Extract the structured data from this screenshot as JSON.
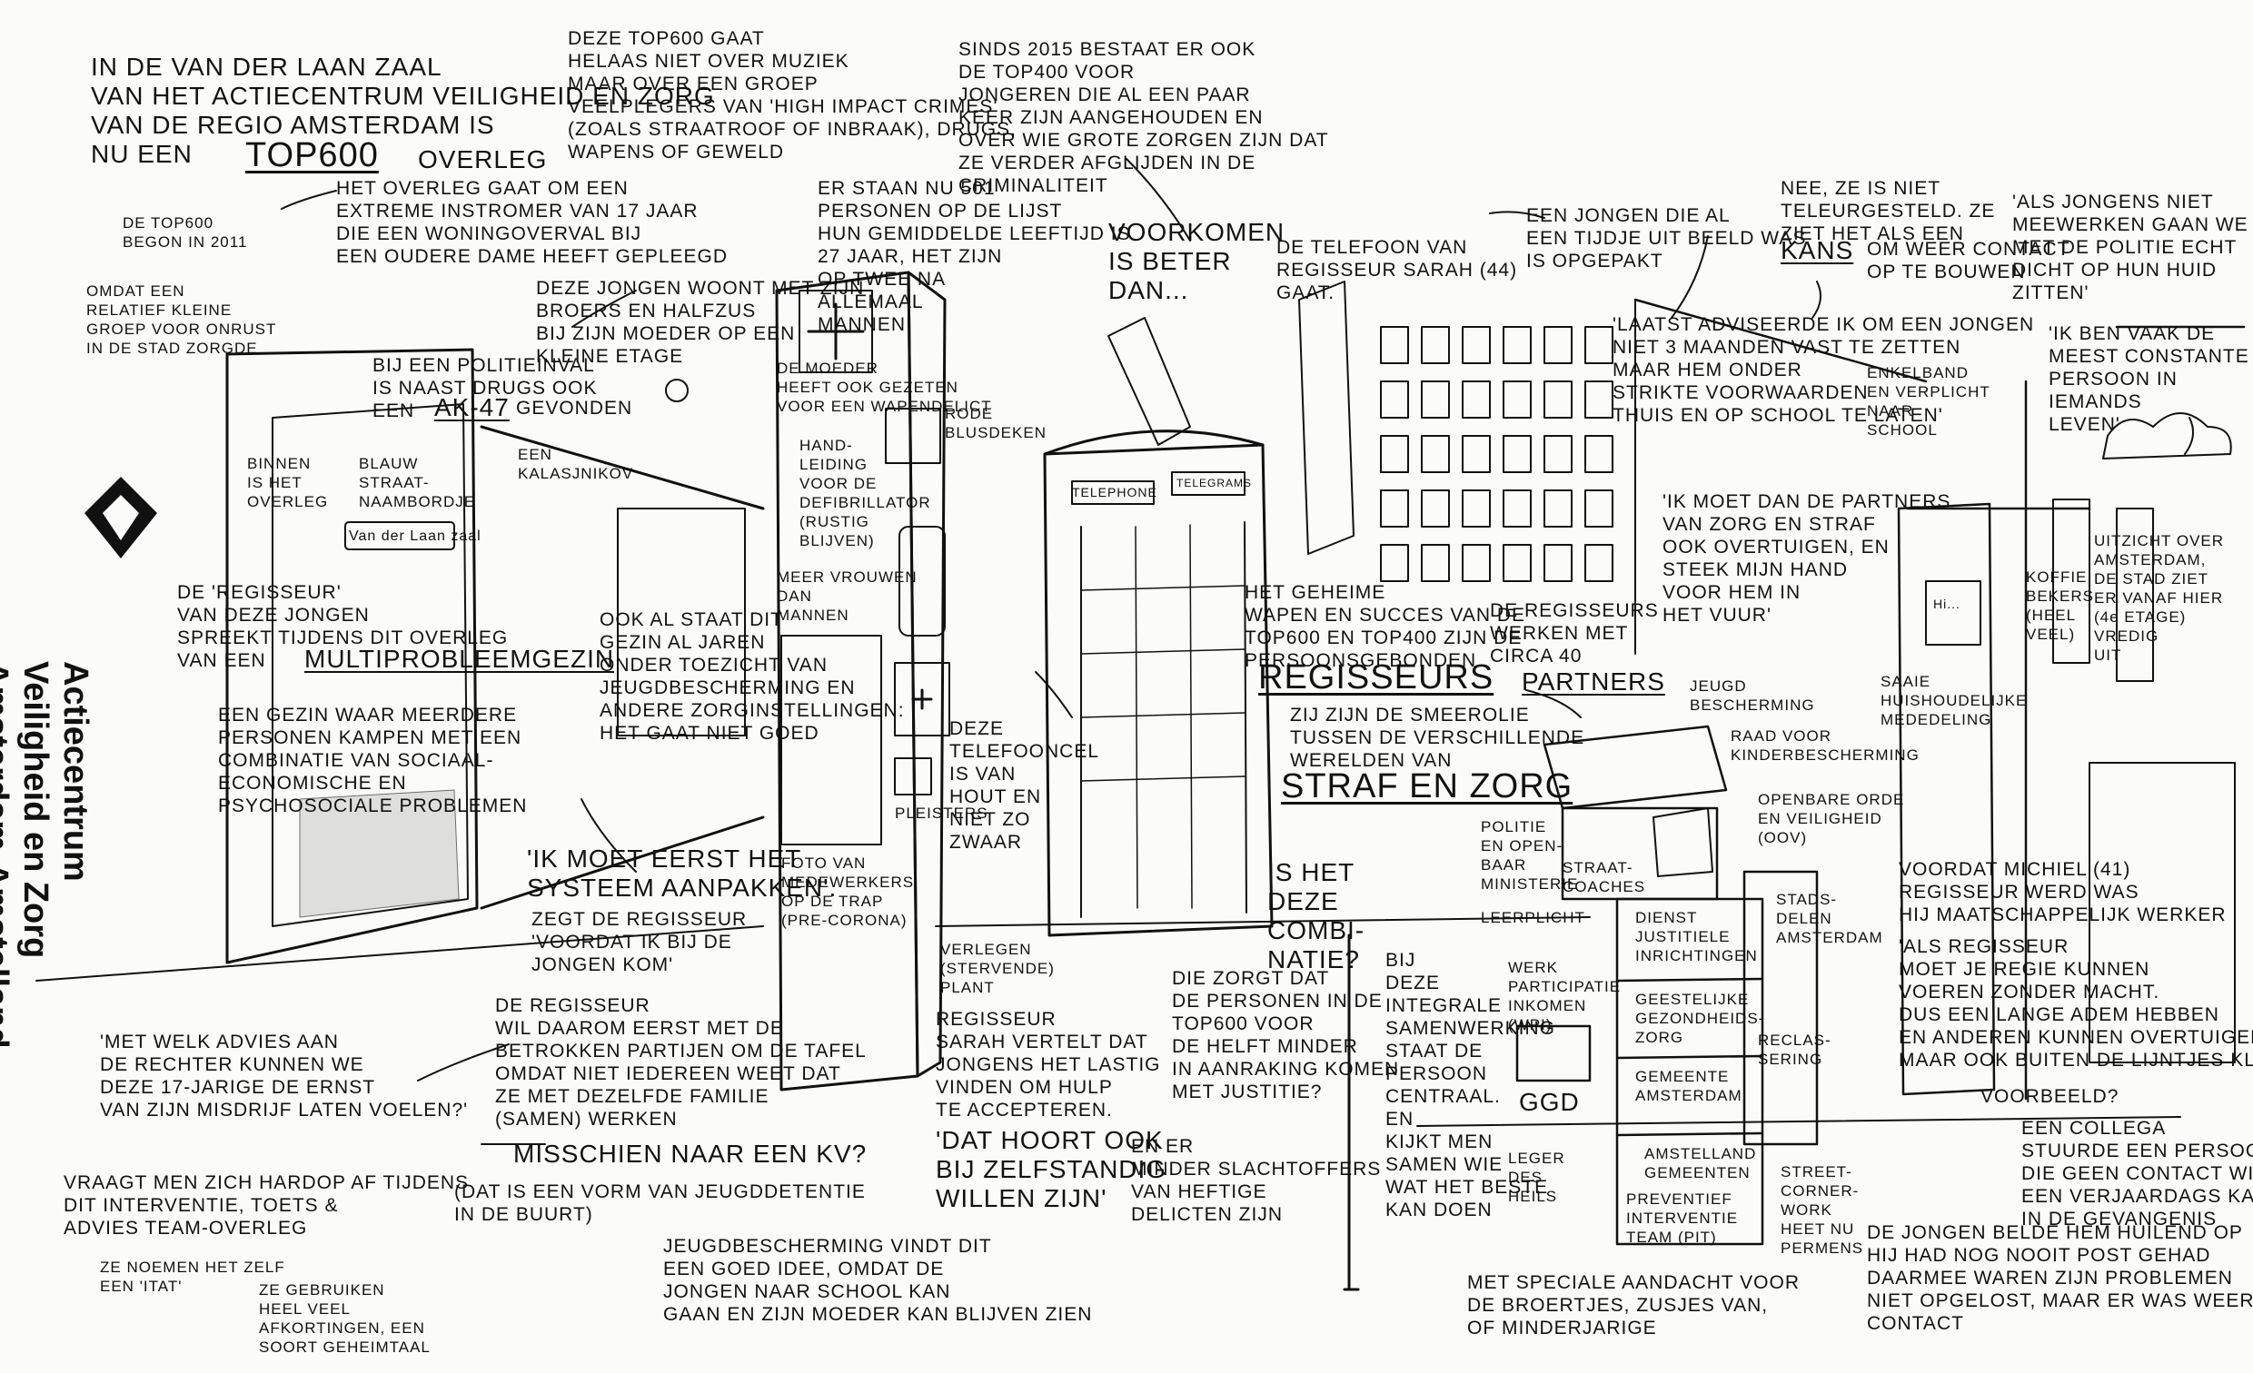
{
  "colors": {
    "ink": "#111111",
    "paper": "#fbfbf9"
  },
  "logo": {
    "text": "Actiecentrum\nVeiligheid en Zorg\nAmsterdam-Amstelland",
    "icon": "actiecentrum-logo-icon"
  },
  "signs": {
    "room_sign": "Van der Laan zaal",
    "telephone": "TELEPHONE",
    "telegrams": "TELEGRAMS",
    "poster": "Hi..."
  },
  "notes": {
    "n01": "IN DE VAN DER LAAN ZAAL\nVAN HET ACTIECENTRUM VEILIGHEID EN ZORG\nVAN DE REGIO AMSTERDAM IS\nNU EEN",
    "n01b": "TOP600",
    "n01c": "OVERLEG",
    "n02": "DE TOP600\nBEGON IN 2011",
    "n03": "OMDAT EEN\nRELATIEF KLEINE\nGROEP VOOR ONRUST\nIN DE STAD ZORGDE",
    "n04": "HET OVERLEG GAAT OM EEN\nEXTREME INSTROMER VAN 17 JAAR\nDIE EEN WONINGOVERVAL BIJ\nEEN OUDERE DAME HEEFT GEPLEEGD",
    "n05": "DEZE JONGEN WOONT MET ZIJN\nBROERS EN HALFZUS\nBIJ ZIJN MOEDER OP EEN\nKLEINE ETAGE",
    "n06": "BIJ EEN POLITIEINVAL\nIS NAAST DRUGS OOK\nEEN",
    "n06b": "AK-47",
    "n06c": "GEVONDEN",
    "n07": "EEN\nKALASJNIKOV",
    "n08": "BINNEN\nIS HET\nOVERLEG",
    "n09": "BLAUW\nSTRAAT-\nNAAMBORDJE",
    "n10": "DE 'REGISSEUR'\nVAN DEZE JONGEN\nSPREEKT TIJDENS DIT OVERLEG\nVAN EEN",
    "n10b": "MULTIPROBLEEMGEZIN",
    "n11": "EEN GEZIN WAAR MEERDERE\nPERSONEN KAMPEN MET EEN\nCOMBINATIE VAN SOCIAAL-\nECONOMISCHE EN\nPSYCHOSOCIALE PROBLEMEN",
    "n12": "OOK AL STAAT DIT\nGEZIN AL JAREN\nONDER TOEZICHT VAN\nJEUGDBESCHERMING EN\nANDERE ZORGINSTELLINGEN:\nHET GAAT NIET GOED",
    "n13": "'IK MOET EERST HET\nSYSTEEM AANPAKKEN'.",
    "n13b": "ZEGT DE REGISSEUR\n'VOORDAT IK BIJ DE\nJONGEN KOM'",
    "n14": "DE REGISSEUR\nWIL DAAROM EERST MET DE\nBETROKKEN PARTIJEN OM DE TAFEL\nOMDAT NIET IEDEREEN WEET DAT\nZE MET DEZELFDE FAMILIE\n(SAMEN) WERKEN",
    "n15": "'MET WELK ADVIES AAN\nDE RECHTER KUNNEN WE\nDEZE 17-JARIGE DE ERNST\nVAN ZIJN MISDRIJF LATEN VOELEN?'",
    "n16": "VRAAGT MEN ZICH HARDOP AF TIJDENS\nDIT INTERVENTIE, TOETS &\nADVIES TEAM-OVERLEG",
    "n17": "ZE NOEMEN HET ZELF\nEEN 'ITAT'",
    "n18": "ZE GEBRUIKEN\nHEEL VEEL\nAFKORTINGEN, EEN\nSOORT GEHEIMTAAL",
    "n19": "MISSCHIEN NAAR EEN KV?",
    "n20": "(DAT IS EEN VORM VAN JEUGDDETENTIE\nIN DE BUURT)",
    "n21": "JEUGDBESCHERMING VINDT DIT\nEEN GOED IDEE, OMDAT DE\nJONGEN NAAR SCHOOL KAN\nGAAN EN ZIJN MOEDER KAN BLIJVEN ZIEN",
    "n22": "DEZE TOP600 GAAT\nHELAAS NIET OVER MUZIEK\nMAAR OVER EEN GROEP\nVEELPLEGERS VAN 'HIGH IMPACT CRIMES'\n(ZOALS STRAATROOF OF INBRAAK), DRUGS,\nWAPENS OF GEWELD",
    "n23": "ER STAAN NU 501\nPERSONEN OP DE LIJST\nHUN GEMIDDELDE LEEFTIJD IS\n27 JAAR, HET ZIJN\nOP TWEE NA\nALLEMAAL\nMANNEN",
    "n24": "DE MOEDER\nHEEFT OOK GEZETEN\nVOOR EEN WAPENDELICT",
    "n25": "RODE\nBLUSDEKEN",
    "n26": "HAND-\nLEIDING\nVOOR DE\nDEFIBRILLATOR\n(RUSTIG\nBLIJVEN)",
    "n27": "MEER VROUWEN\nDAN\nMANNEN",
    "n28": "FOTO VAN\nMEDEWERKERS\nOP DE TRAP\n(PRE-CORONA)",
    "n29": "PLEISTERS",
    "n30": "DEZE\nTELEFOONCEL\nIS VAN\nHOUT EN\nNIET ZO\nZWAAR",
    "n31": "VERLEGEN\n(STERVENDE)\nPLANT",
    "n32": "REGISSEUR\nSARAH VERTELT DAT\nJONGENS HET LASTIG\nVINDEN OM HULP\nTE ACCEPTEREN.",
    "n33": "'DAT HOORT OOK\nBIJ ZELFSTANDIG\nWILLEN ZIJN'",
    "n34": "SINDS 2015 BESTAAT ER OOK\nDE TOP400 VOOR\nJONGEREN DIE AL EEN PAAR\nKEER ZIJN AANGEHOUDEN EN\nOVER WIE GROTE ZORGEN ZIJN DAT\nZE VERDER AFGLIJDEN IN DE\nCRIMINALITEIT",
    "n35": "VOORKOMEN\nIS BETER\nDAN...",
    "n36": "DE TELEFOON VAN\nREGISSEUR SARAH (44)\nGAAT.",
    "n37": "EEN JONGEN DIE AL\nEEN TIJDJE UIT BEELD WAS\nIS OPGEPAKT",
    "n38": "HET GEHEIME\nWAPEN EN SUCCES VAN DE\nTOP600 EN TOP400 ZIJN DE\nPERSOONSGEBONDEN",
    "n38b": "REGISSEURS",
    "n38c": "ZIJ ZIJN DE SMEEROLIE\nTUSSEN DE VERSCHILLENDE\nWERELDEN VAN",
    "n38d": "STRAF EN ZORG",
    "n39": "DE REGISSEURS\nWERKEN MET\nCIRCA 40",
    "n39b": "PARTNERS",
    "n40": "IS HET\nDEZE\nCOMBI-\nNATIE?",
    "n41": "DIE ZORGT DAT\nDE PERSONEN IN DE\nTOP600 VOOR\nDE HELFT MINDER\nIN AANRAKING KOMEN\nMET JUSTITIE?",
    "n42": "EN ER\nMINDER SLACHTOFFERS\nVAN HEFTIGE\nDELICTEN ZIJN",
    "n43": "NEE, ZE IS NIET\nTELEURGESTELD. ZE\nZIET HET ALS EEN",
    "n43b": "KANS",
    "n43c": "OM WEER CONTACT\nOP TE BOUWEN",
    "n44": "'ALS JONGENS NIET\nMEEWERKEN GAAN WE\nMET DE POLITIE ECHT\nDICHT OP HUN HUID\nZITTEN'",
    "n45": "'LAATST ADVISEERDE IK OM EEN JONGEN\nNIET 3 MAANDEN VAST TE ZETTEN\nMAAR HEM ONDER\nSTRIKTE VOORWAARDEN\nTHUIS EN OP SCHOOL TE LATEN'",
    "n46": "ENKELBAND\nEN VERPLICHT\nNAAR\nSCHOOL",
    "n47": "'IK BEN VAAK DE\nMEEST CONSTANTE\nPERSOON IN\nIEMANDS\nLEVEN'",
    "n48": "'IK MOET DAN DE PARTNERS\nVAN ZORG EN STRAF\nOOK OVERTUIGEN, EN\nSTEEK MIJN HAND\nVOOR HEM IN\nHET VUUR'",
    "n49": "UITZICHT OVER\nAMSTERDAM,\nDE STAD ZIET\nER VANAF HIER\n(4e ETAGE)\nVREDIG\nUIT",
    "n50": "KOFFIE\nBEKERS\n(HEEL\nVEEL)",
    "n51": "SAAIE\nHUISHOUDELIJKE\nMEDEDELING",
    "n52": "JEUGD\nBESCHERMING",
    "n53": "RAAD VOOR\nKINDERBESCHERMING",
    "n54": "POLITIE\nEN OPEN-\nBAAR\nMINISTERIE",
    "n55": "STRAAT-\nCOACHES",
    "n56": "LEERPLICHT",
    "n57": "OPENBARE ORDE\nEN VEILIGHEID\n(OOV)",
    "n58": "DIENST\nJUSTITIELE\nINRICHTINGEN",
    "n59": "STADS-\nDELEN\nAMSTERDAM",
    "n60": "GEESTELIJKE\nGEZONDHEIDS-\nZORG",
    "n61": "GEMEENTE\nAMSTERDAM",
    "n62": "RECLAS-\nSERING",
    "n63": "AMSTELLAND\nGEMEENTEN",
    "n64": "PREVENTIEF\nINTERVENTIE\nTEAM (PIT)",
    "n65": "STREET-\nCORNER-\nWORK\nHEET NU\nPERMENS",
    "n66": "WERK\nPARTICIPATIE\nINKOMEN\n(WPI)",
    "n67": "GGD",
    "n68": "LEGER\nDES\nHEILS",
    "n69": "BIJ\nDEZE\nINTEGRALE\nSAMENWERKING\nSTAAT DE\nPERSOON\nCENTRAAL.\nEN\nKIJKT MEN\nSAMEN WIE\nWAT HET BESTE\nKAN DOEN",
    "n70": "MET SPECIALE AANDACHT VOOR\nDE BROERTJES, ZUSJES VAN,\nOF MINDERJARIGE",
    "n71": "VOORDAT MICHIEL (41)\nREGISSEUR WERD WAS\nHIJ MAATSCHAPPELIJK WERKER",
    "n72": "'ALS REGISSEUR\nMOET JE REGIE KUNNEN\nVOEREN ZONDER MACHT.\nDUS EEN LANGE ADEM HEBBEN\nEN ANDEREN KUNNEN OVERTUIGEN\nMAAR OOK BUITEN DE LIJNTJES KLEUREN'",
    "n73": "VOORBEELD?",
    "n74": "EEN COLLEGA\nSTUURDE EEN PERSOON\nDIE GEEN CONTACT WILDE\nEEN VERJAARDAGS KAART\nIN DE GEVANGENIS",
    "n75": "DE JONGEN BELDE HEM HUILEND OP\nHIJ HAD NOG NOOIT POST GEHAD\nDAARMEE WAREN ZIJN PROBLEMEN\nNIET OPGELOST, MAAR ER WAS WEER\nCONTACT"
  }
}
